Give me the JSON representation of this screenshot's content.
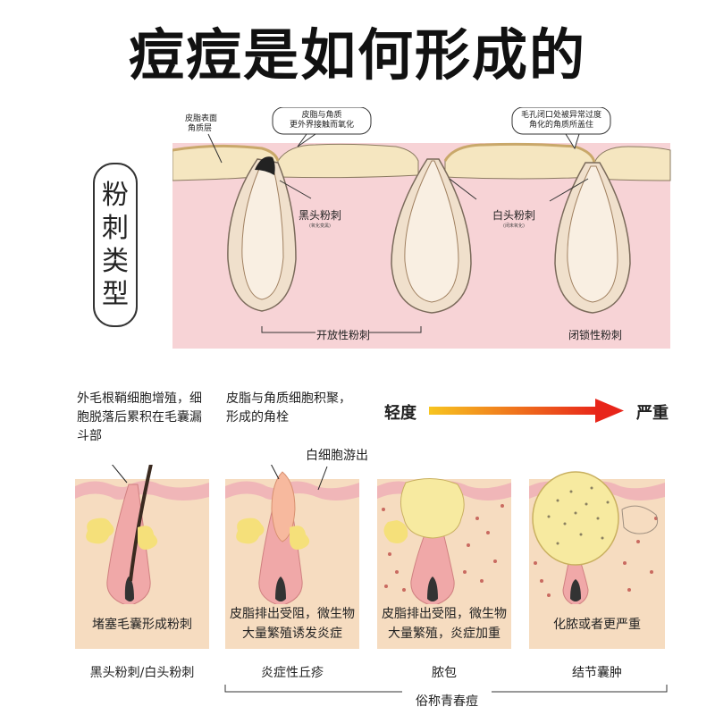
{
  "title": "痘痘是如何形成的",
  "side_label": "粉刺类型",
  "diagram": {
    "callouts": {
      "surface": [
        "皮脂表面",
        "角质层"
      ],
      "oxidized": [
        "皮脂与角质",
        "更外界接触而氧化"
      ],
      "closed_pore": [
        "毛孔闭口处被异常过度",
        "角化的角质所盖住"
      ]
    },
    "blackhead": {
      "label": "黑头粉刺",
      "sub": "(氧化变黑)"
    },
    "whitehead": {
      "label": "白头粉刺",
      "sub": "(闭未氧化)"
    },
    "open_label": "开放性粉刺",
    "closed_label": "闭锁性粉刺"
  },
  "notes": {
    "note1": [
      "外毛根鞘细胞增殖，细",
      "胞脱落后累积在毛囊漏",
      "斗部"
    ],
    "note2": [
      "皮脂与角质细胞积聚，",
      "形成的角栓"
    ],
    "note3": "白细胞游出"
  },
  "severity": {
    "mild": "轻度",
    "severe": "严重"
  },
  "stages": [
    {
      "caption": [
        "堵塞毛囊形成粉刺"
      ],
      "name": "黑头粉刺/白头粉刺"
    },
    {
      "caption": [
        "皮脂排出受阻，微生物",
        "大量繁殖诱发炎症"
      ],
      "name": "炎症性丘疹"
    },
    {
      "caption": [
        "皮脂排出受阻，微生物",
        "大量繁殖，炎症加重"
      ],
      "name": "脓包"
    },
    {
      "caption": [
        "化脓或者更严重"
      ],
      "name": "结节囊肿"
    }
  ],
  "common_name": "俗称青春痘",
  "colors": {
    "skin_pink": "#f7d3d6",
    "skin_layer": "#f5e6c0",
    "tissue": "#f6dcc0",
    "arrow_start": "#f7c520",
    "arrow_end": "#e8251a"
  }
}
